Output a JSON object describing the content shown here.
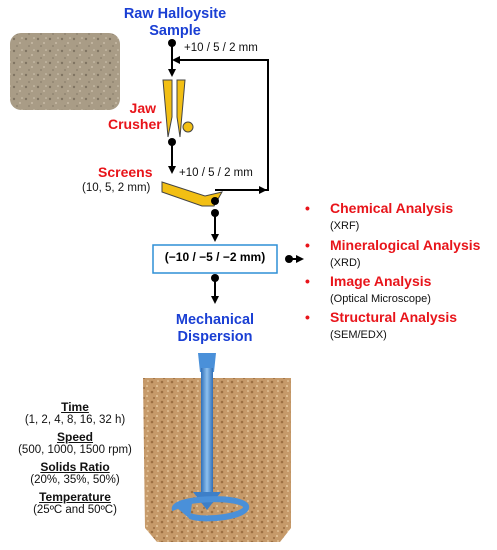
{
  "title": "Raw Halloysite Sample",
  "jaw_crusher": "Jaw Crusher",
  "screens": {
    "label": "Screens",
    "sizes": "(10, 5, 2 mm)"
  },
  "recycle_labels": {
    "upper": "+10 / 5 / 2 mm",
    "lower": "+10 / 5 / 2 mm"
  },
  "fraction_box": "(−10 / −5 / −2 mm)",
  "mechanical_dispersion": "Mechanical Dispersion",
  "analyses": [
    {
      "name": "Chemical Analysis",
      "method": "(XRF)"
    },
    {
      "name": "Mineralogical Analysis",
      "method": "(XRD)"
    },
    {
      "name": "Image Analysis",
      "method": "(Optical Microscope)"
    },
    {
      "name": "Structural Analysis",
      "method": "(SEM/EDX)"
    }
  ],
  "bullet": "•",
  "conditions": [
    {
      "heading": "Time",
      "values": "(1, 2, 4, 8, 16, 32 h)"
    },
    {
      "heading": "Speed",
      "values": "(500, 1000, 1500 rpm)"
    },
    {
      "heading": "Solids Ratio",
      "values": "(20%, 35%, 50%)"
    },
    {
      "heading": "Temperature",
      "values": "(25ºC and 50ºC)"
    }
  ],
  "colors": {
    "heading_blue": "#1a3fd4",
    "label_red": "#e8141a",
    "crusher_yellow": "#f2bf14",
    "box_border": "#2e8fd6",
    "impeller_blue": "#4a90d9"
  }
}
